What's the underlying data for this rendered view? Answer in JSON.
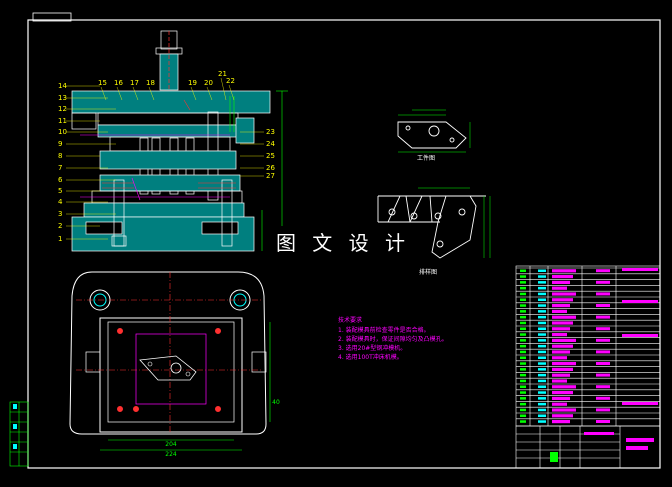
{
  "drawing": {
    "top_tab": "",
    "watermark": "图 文 设 计",
    "view_labels": {
      "top_part": "工件图",
      "strip": "排样图"
    },
    "part_numbers_left": [
      "14",
      "13",
      "12",
      "11",
      "10",
      "9",
      "8",
      "7",
      "6",
      "5",
      "4",
      "3",
      "2",
      "1"
    ],
    "part_numbers_top": [
      "15",
      "16",
      "17",
      "18",
      "19",
      "20",
      "21",
      "22"
    ],
    "part_numbers_right": [
      "23",
      "24",
      "25",
      "26",
      "27"
    ],
    "notes_title": "技术要求",
    "notes": [
      "1. 装配模具前检查零件是否合格。",
      "2. 装配模具时，保证间隙均匀及凸模孔。",
      "3. 选用20#型钢冲模机。",
      "4. 选用100T冲床机模。"
    ],
    "dims": {
      "width_inner": "204",
      "width_outer": "224",
      "height_right": "40"
    },
    "colors": {
      "line_white": "#ffffff",
      "cyan": "#00ffff",
      "green": "#00ff00",
      "red": "#ff3030",
      "magenta": "#ff00ff",
      "yellow": "#ffff00"
    }
  }
}
